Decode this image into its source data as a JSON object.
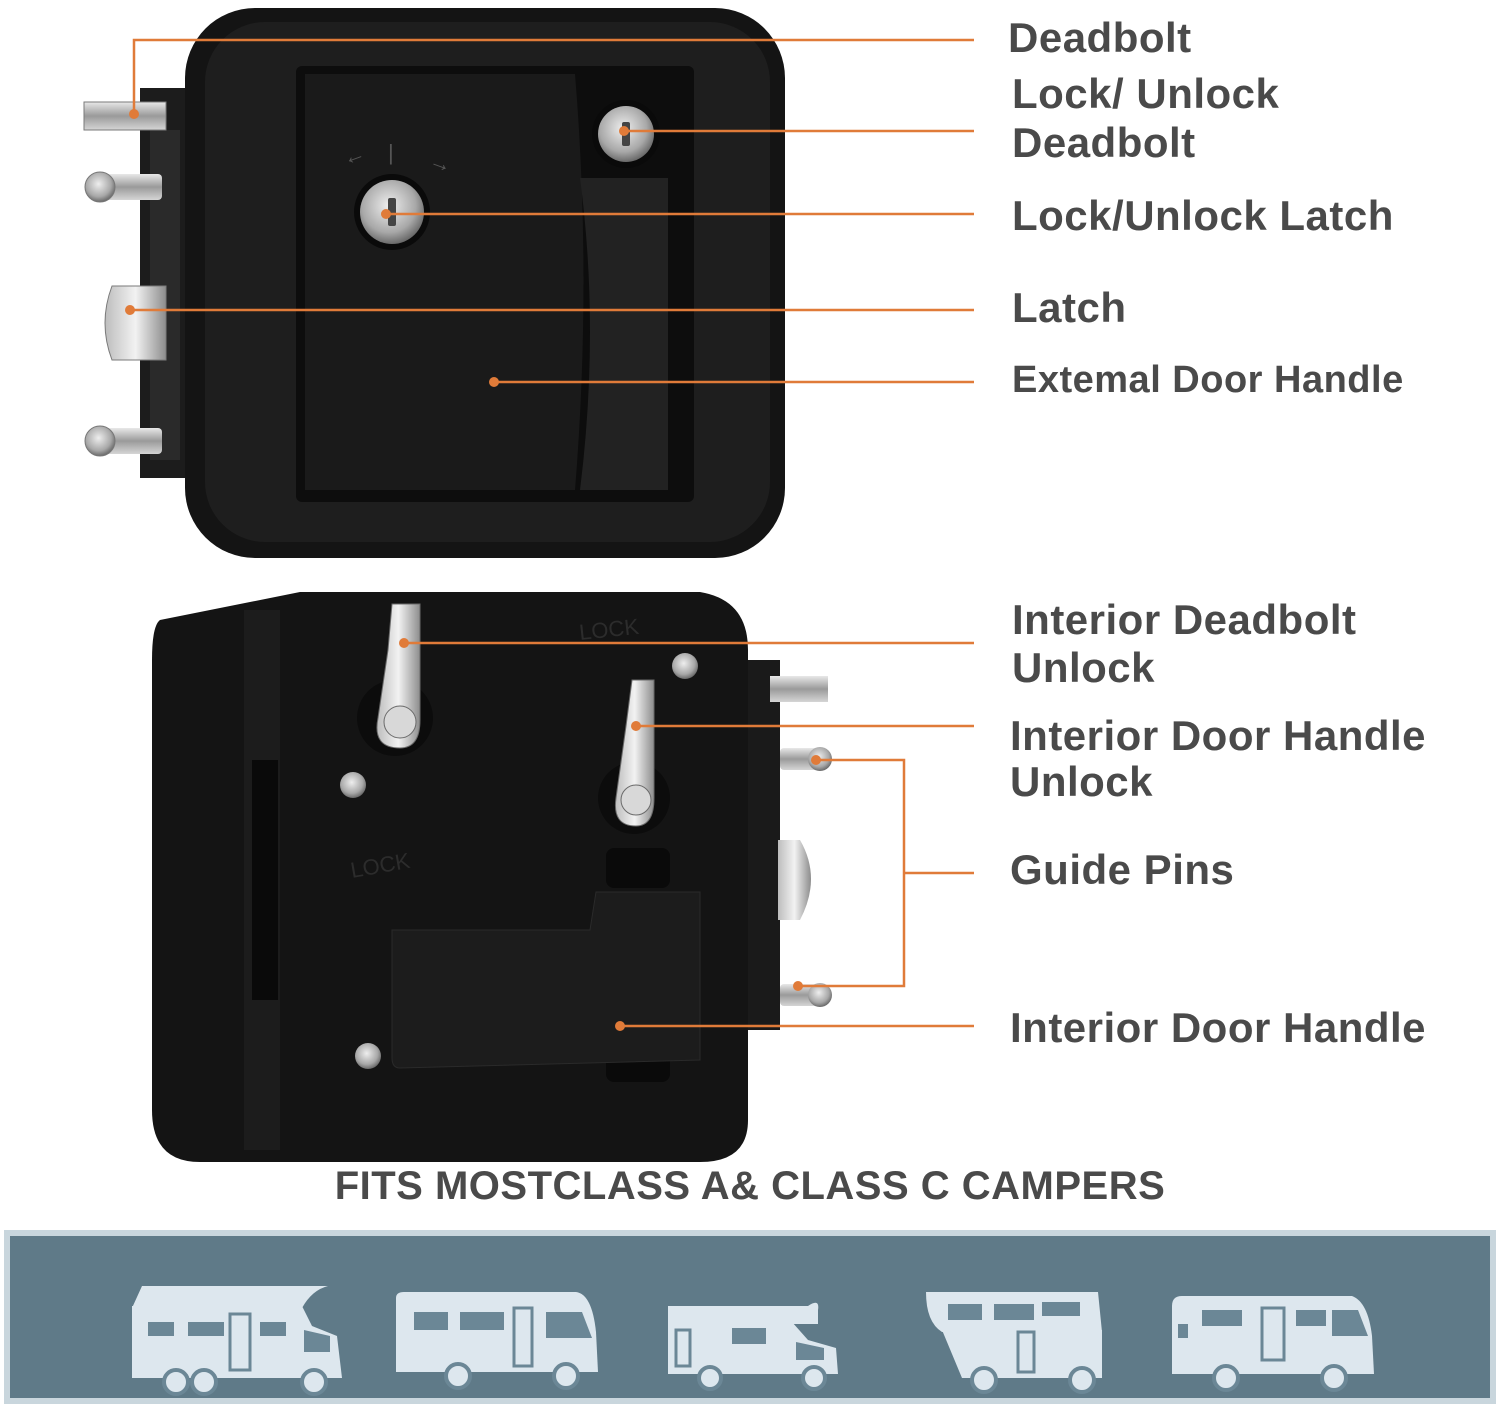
{
  "colors": {
    "callout": "#e07b39",
    "label": "#4a4a4a",
    "lock_body": "#141414",
    "banner_bg": "#5f7a88",
    "vehicle": "#dde7ee"
  },
  "callouts": {
    "deadbolt": "Deadbolt",
    "lock_unlock_deadbolt_1": "Lock/ Unlock",
    "lock_unlock_deadbolt_2": "Deadbolt",
    "lock_unlock_latch": "Lock/Unlock Latch",
    "latch": "Latch",
    "external_door_handle": "Extemal Door Handle",
    "interior_deadbolt_unlock_1": "Interior Deadbolt",
    "interior_deadbolt_unlock_2": "Unlock",
    "interior_door_handle_unlock_1": "Interior Door Handle",
    "interior_door_handle_unlock_2": "Unlock",
    "guide_pins": "Guide Pins",
    "interior_door_handle": "Interior Door Handle"
  },
  "engraving": {
    "lock_top": "LOCK",
    "lock_bottom": "LOCK"
  },
  "footer": {
    "fits_text": "FITS MOSTCLASS A& CLASS C CAMPERS"
  },
  "vehicle_icons": [
    "class-c-motorhome-icon",
    "class-a-motorhome-icon",
    "class-c-small-motorhome-icon",
    "truck-camper-icon",
    "class-b-van-icon"
  ]
}
